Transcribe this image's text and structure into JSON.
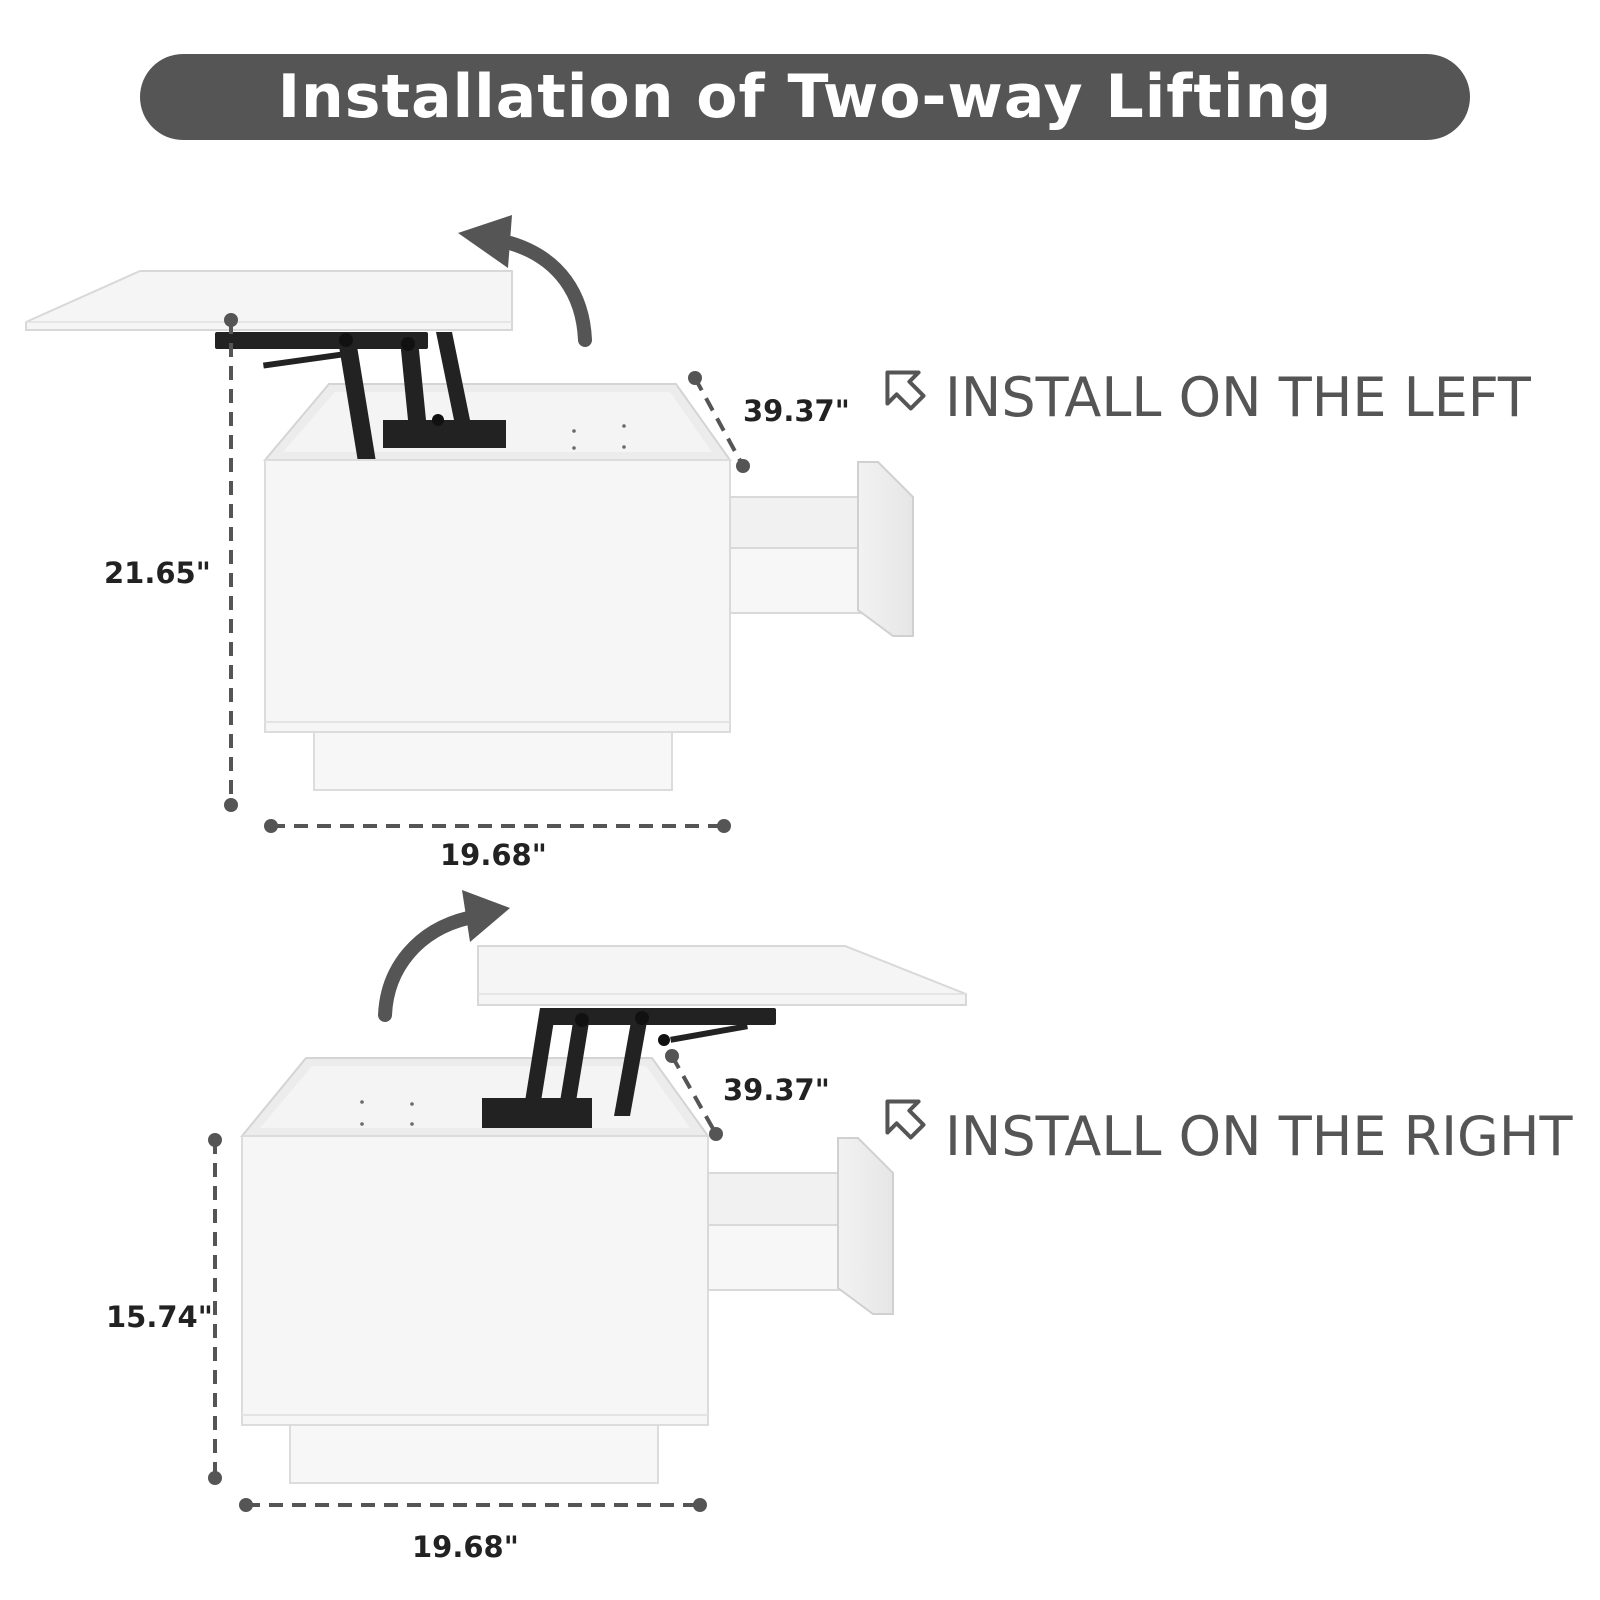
{
  "title": "Installation of Two-way Lifting Direction",
  "colors": {
    "banner": "#555555",
    "arrow": "#555555",
    "dim_line": "#555555",
    "mechanism": "#222222",
    "furniture": "#ffffff",
    "furniture_edge": "#d6d6d6"
  },
  "top_config": {
    "label": "INSTALL ON THE LEFT",
    "height": "21.65\"",
    "width": "19.68\"",
    "depth": "39.37\"",
    "icon": "arrow-up-left-icon"
  },
  "bottom_config": {
    "label": "INSTALL ON THE RIGHT",
    "height": "15.74\"",
    "width": "19.68\"",
    "depth": "39.37\"",
    "icon": "arrow-up-left-icon"
  }
}
